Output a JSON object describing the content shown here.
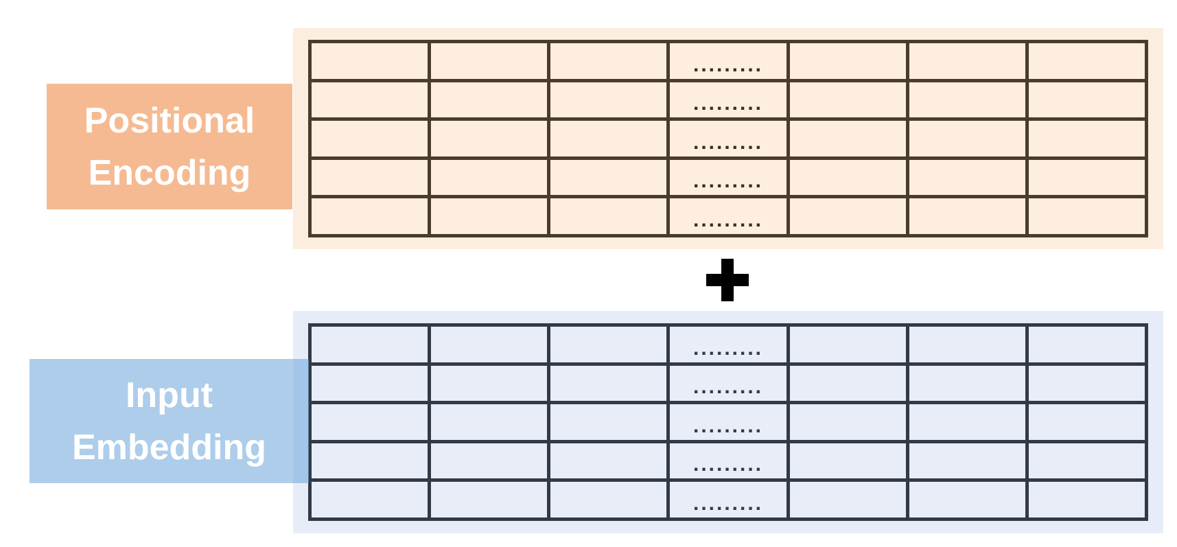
{
  "colors": {
    "page_bg": "#ffffff",
    "pe_label_bg": "#f5ba92",
    "pe_panel_bg": "#fceedf",
    "pe_cell_bg": "#fdeee0",
    "pe_border": "#4a3b2b",
    "pe_dots": "#3a2d1f",
    "ie_label_bg": "rgba(114,168,219,0.58)",
    "ie_panel_bg": "#e7edf8",
    "ie_cell_bg": "#e8edf7",
    "ie_border": "#333a47",
    "ie_dots": "#333a47",
    "plus_color": "#000000",
    "label_text_color": "#ffffff"
  },
  "positional_encoding": {
    "label_lines": [
      "Positional",
      "Encoding"
    ],
    "grid": {
      "rows": 5,
      "cols": 7,
      "dots_col": 4,
      "dots_text": "........."
    }
  },
  "operator": {
    "name": "plus",
    "symbol": "+"
  },
  "input_embedding": {
    "label_lines": [
      "Input",
      "Embedding"
    ],
    "grid": {
      "rows": 5,
      "cols": 7,
      "dots_col": 4,
      "dots_text": "........."
    }
  }
}
